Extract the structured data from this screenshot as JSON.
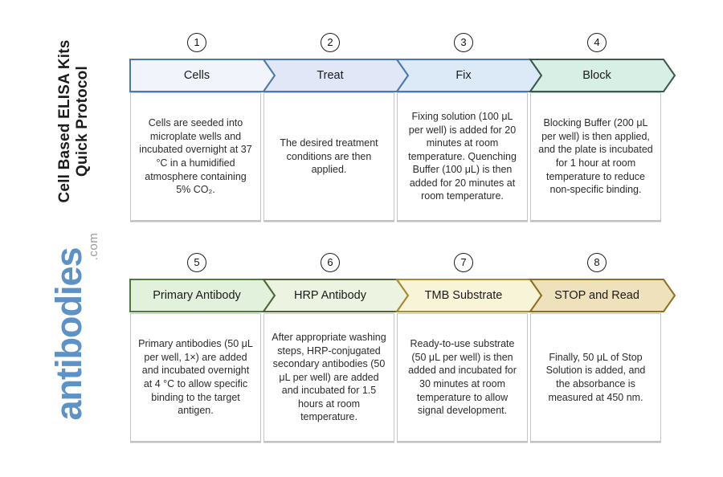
{
  "sidebar": {
    "title_line1": "Cell Based ELISA Kits",
    "title_line2": "Quick Protocol",
    "logo_text": "antibodies",
    "logo_suffix": ".com",
    "logo_color": "#5d92c6",
    "suffix_color": "#9a9a9a"
  },
  "rows": [
    {
      "steps": [
        {
          "number": "1",
          "label": "Cells",
          "fill": "#f1f5fb",
          "stroke": "#4b78ae",
          "description": "Cells are seeded into microplate wells and incubated overnight at 37 °C in a humidified atmosphere containing 5% CO₂."
        },
        {
          "number": "2",
          "label": "Treat",
          "fill": "#e2e7f8",
          "stroke": "#4b78ae",
          "description": "The desired treatment conditions are then applied."
        },
        {
          "number": "3",
          "label": "Fix",
          "fill": "#dceaf8",
          "stroke": "#4b78ae",
          "description": "Fixing solution (100 μL per well) is added for 20 minutes at room temperature. Quenching Buffer (100 μL) is then added for 20 minutes at room temperature."
        },
        {
          "number": "4",
          "label": "Block",
          "fill": "#d7efe4",
          "stroke": "#3a594b",
          "description": "Blocking Buffer (200 μL per well) is then applied, and the plate is incubated for 1 hour at room temperature to reduce non-specific binding."
        }
      ]
    },
    {
      "steps": [
        {
          "number": "5",
          "label": "Primary Antibody",
          "fill": "#e2f1db",
          "stroke": "#4b7b3f",
          "description": "Primary antibodies (50 μL per well, 1×) are added and incubated overnight at 4 °C to allow specific binding to the target antigen."
        },
        {
          "number": "6",
          "label": "HRP Antibody",
          "fill": "#edf3e1",
          "stroke": "#4e6336",
          "description": "After appropriate washing steps, HRP-conjugated secondary antibodies (50 μL per well) are added and incubated for 1.5 hours at room temperature."
        },
        {
          "number": "7",
          "label": "TMB Substrate",
          "fill": "#f8f4d8",
          "stroke": "#aa8a2f",
          "description": "Ready-to-use substrate (50 μL per well) is then added and incubated for 30 minutes at room temperature to allow signal development."
        },
        {
          "number": "8",
          "label": "STOP and Read",
          "fill": "#eee1bc",
          "stroke": "#8d6e24",
          "description": "Finally, 50 μL of Stop Solution is added, and the absorbance is measured at 450 nm."
        }
      ]
    }
  ]
}
